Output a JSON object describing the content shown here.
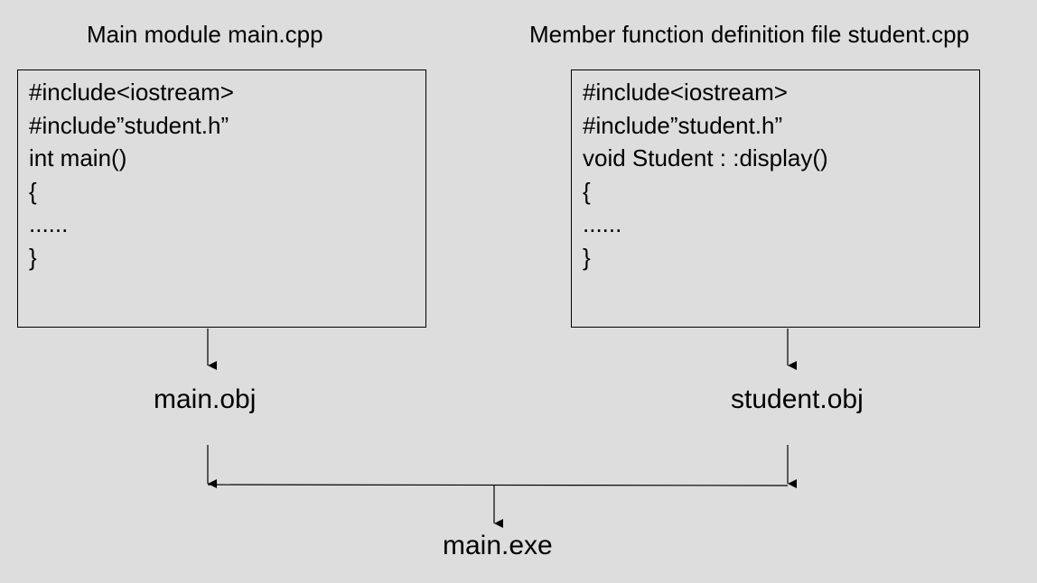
{
  "left_module": {
    "title": "Main module main.cpp",
    "code_lines": [
      "#include<iostream>",
      "#include”student.h”",
      "int main()",
      "{",
      "......",
      "}"
    ],
    "object_file": "main.obj"
  },
  "right_module": {
    "title": "Member function definition file student.cpp",
    "code_lines": [
      "#include<iostream>",
      "#include”student.h”",
      "void Student : :display()",
      "{",
      "......",
      "}"
    ],
    "object_file": "student.obj"
  },
  "output": {
    "executable": "main.exe"
  }
}
